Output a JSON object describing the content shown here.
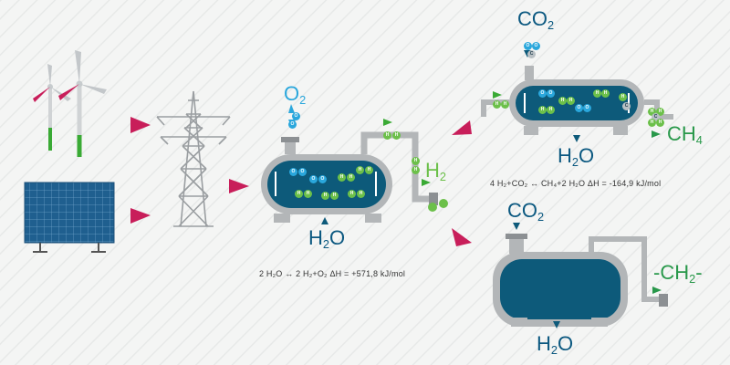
{
  "labels": {
    "o2_main": "O",
    "o2_sub": "2",
    "h2o_electrolyzer_h": "H",
    "h2o_electrolyzer_sub": "2",
    "h2o_electrolyzer_o": "O",
    "h2_h": "H",
    "h2_sub": "2",
    "co2_top_c": "CO",
    "co2_top_sub": "2",
    "h2o_top_h": "H",
    "h2o_top_sub": "2",
    "h2o_top_o": "O",
    "ch4_c": "CH",
    "ch4_sub": "4",
    "co2_bottom_c": "CO",
    "co2_bottom_sub": "2",
    "h2o_bottom_h": "H",
    "h2o_bottom_sub": "2",
    "h2o_bottom_o": "O",
    "ch2_chain": "-CH",
    "ch2_sub": "2",
    "ch2_tail": "-"
  },
  "equations": {
    "electrolysis": "2 H₂O ↔ 2 H₂+O₂   ΔH = +571,8 kJ/mol",
    "methanation": "4 H₂+CO₂ ↔ CH₄+2 H₂O   ΔH = -164,9 kJ/mol"
  },
  "molecule_letters": {
    "h": "H",
    "o": "O",
    "c": "C"
  },
  "colors": {
    "accent_magenta": "#c81e5a",
    "tank_blue": "#0d5a7a",
    "tank_grey": "#b3b6b8",
    "hydrogen_green": "#6cc04a",
    "oxygen_blue": "#2aa7dc",
    "text_blue": "#0b5880",
    "text_green": "#28984a"
  }
}
